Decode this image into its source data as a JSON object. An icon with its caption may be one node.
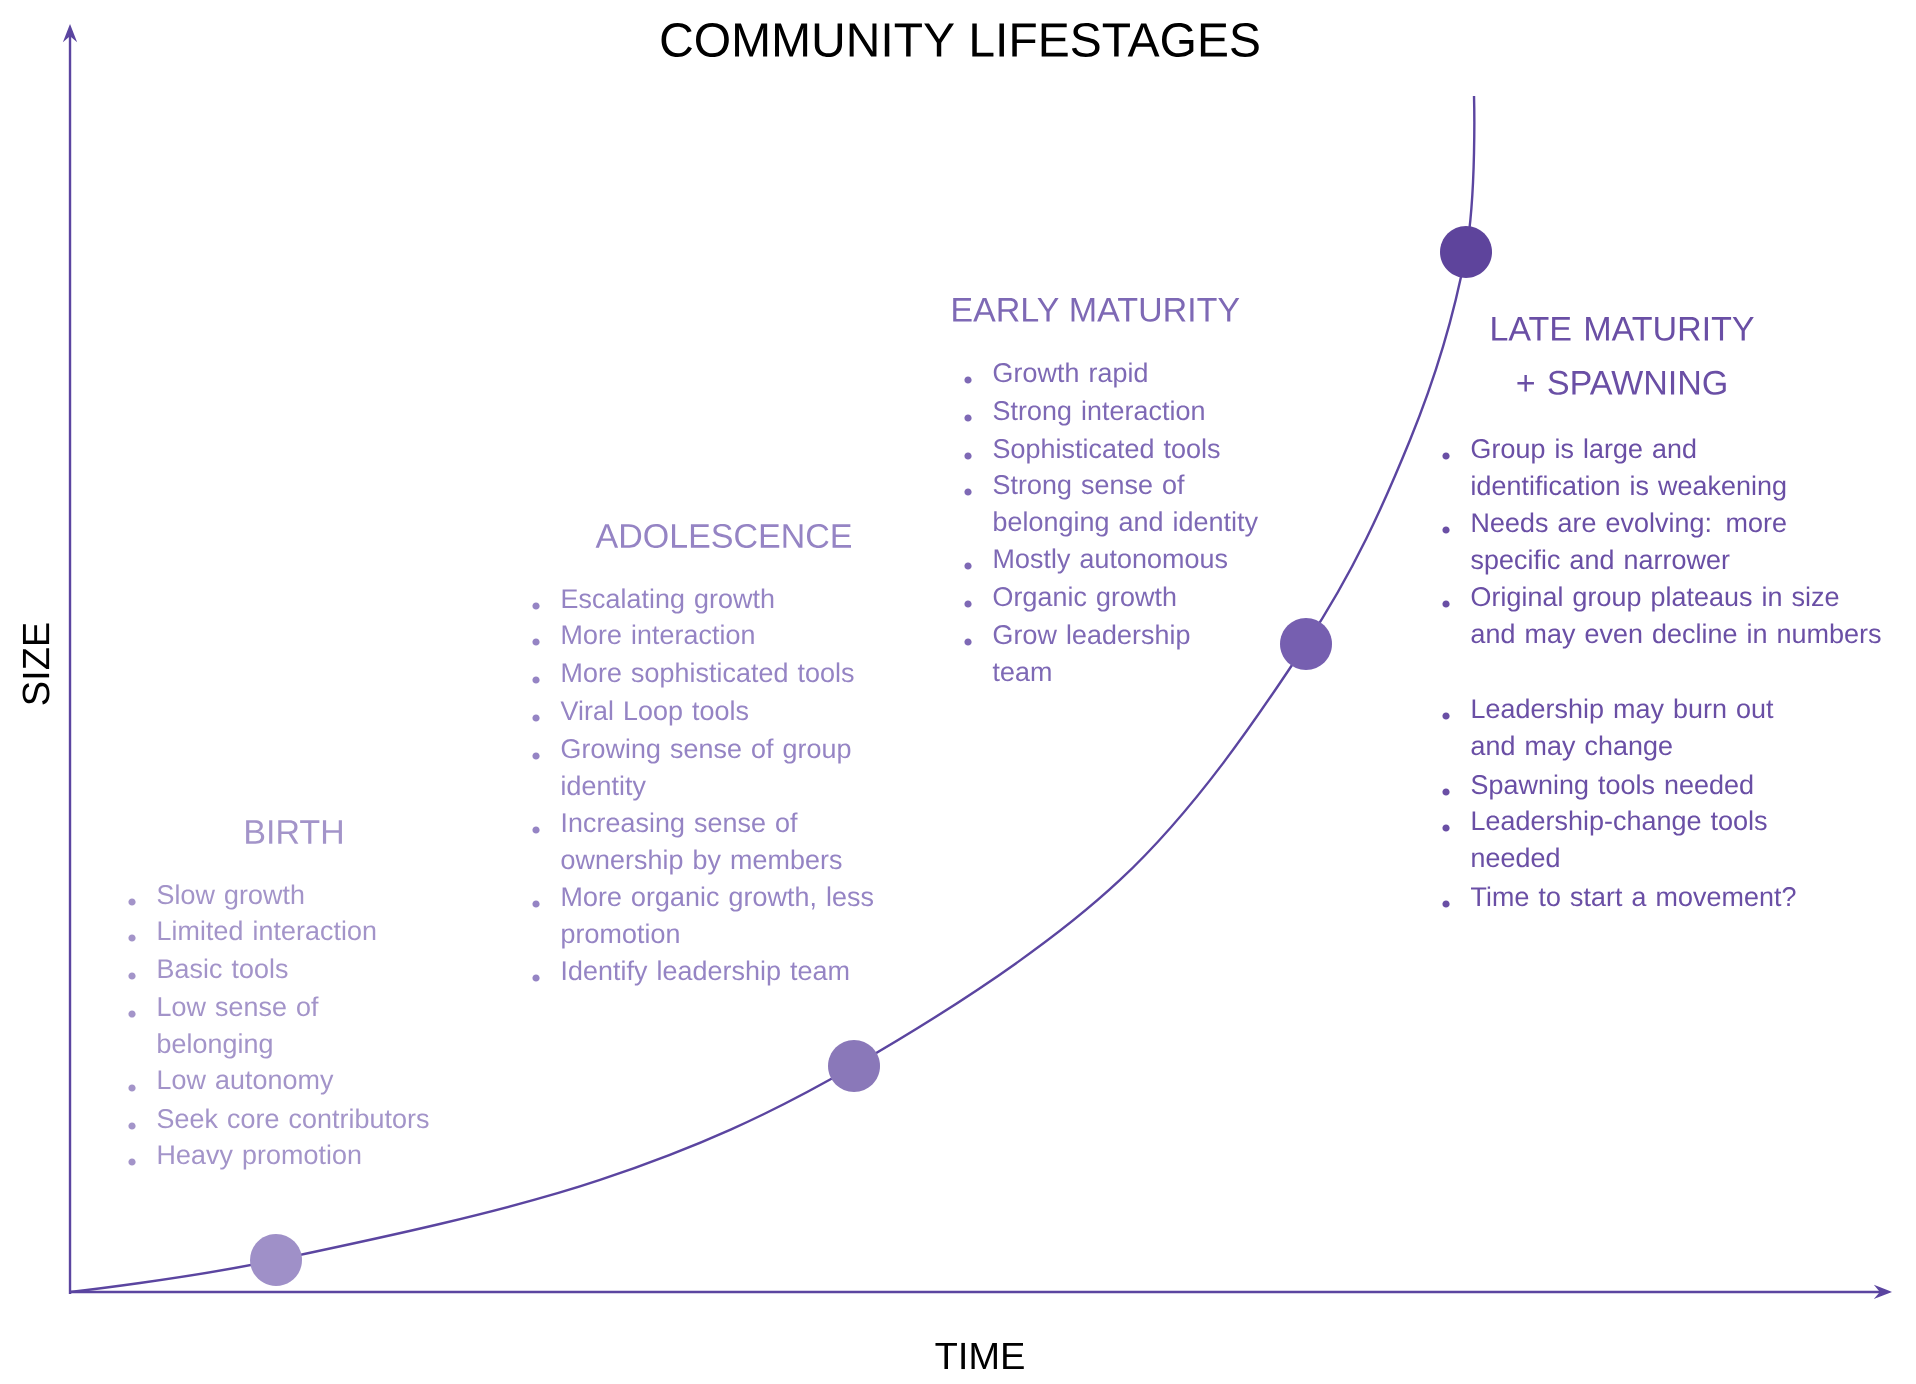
{
  "diagram": {
    "title": "COMMUNITY LIFESTAGES",
    "labels": [
      "SIZE",
      "BIRTH",
      "Slow growth",
      "Limited interaction",
      "Basic tools",
      "Low sense of belonging",
      "Low autonomy",
      "Seek core contributors",
      "Heavy promotion",
      "ADOLESCENCE",
      "Escalating growth",
      "More interaction",
      "More sophisticated tools",
      "Viral Loop tools",
      "Growing sense of group identity",
      "Increasing sense of ownership by members",
      "More organic growth, less promotion",
      "Identify leadership team",
      "EARLY MATURITY",
      "Growth rapid",
      "Strong interaction",
      "Sophisticated tools",
      "Strong sense of belonging and identity",
      "Mostly autonomous",
      "Organic growth",
      "Grow leadership team",
      "LATE MATURITY + SPAWNING",
      "Group is large and identification is weakening",
      "Needs are evolving: more specific and narrower",
      "Original group plateaus in size and may even decline in numbers",
      "Leadership may burn out and may change",
      "Spawning tools needed",
      "Leadership-change tools needed",
      "Time to start a movement?",
      "TIME"
    ]
  }
}
